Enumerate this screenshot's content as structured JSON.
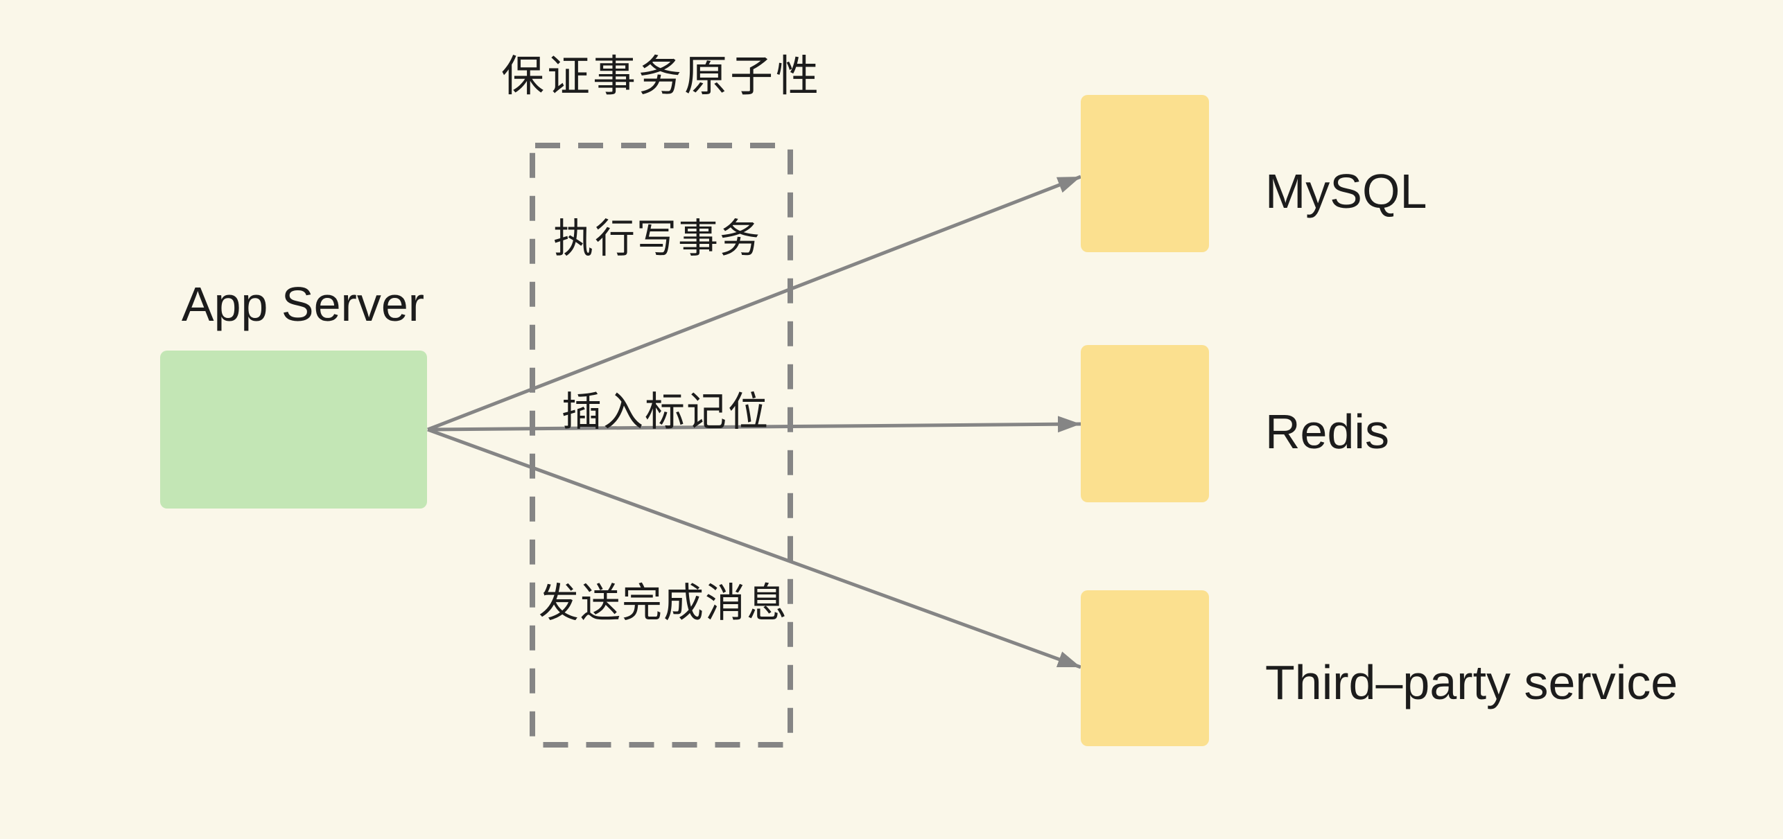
{
  "colors": {
    "background": "#faf7e9",
    "green": "#c3e6b5",
    "yellow": "#fbe08f",
    "line_gray": "#858585",
    "text": "#1c1c1c"
  },
  "diagram": {
    "source": {
      "label": "App Server"
    },
    "atomic_group": {
      "caption": "保证事务原子性",
      "steps": [
        {
          "label": "执行写事务"
        },
        {
          "label": "插入标记位"
        },
        {
          "label": "发送完成消息"
        }
      ]
    },
    "targets": [
      {
        "label": "MySQL"
      },
      {
        "label": "Redis"
      },
      {
        "label": "Third–party service"
      }
    ]
  }
}
